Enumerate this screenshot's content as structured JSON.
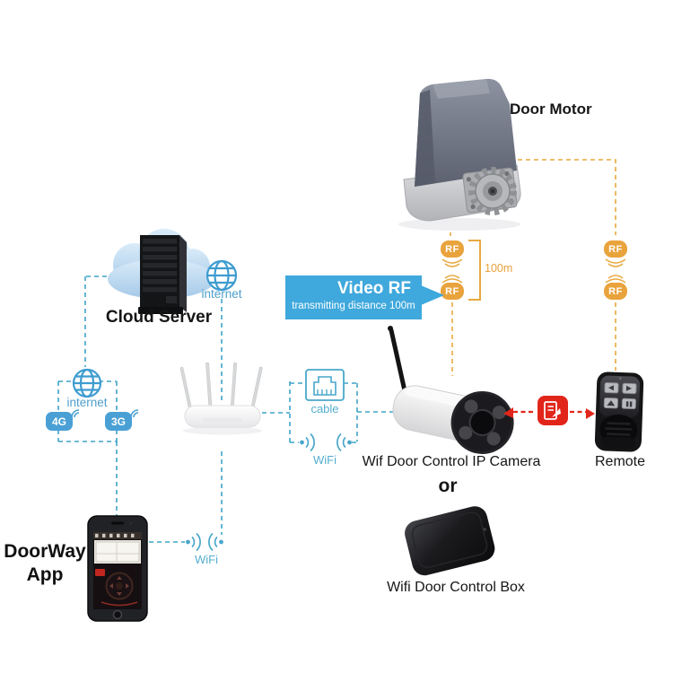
{
  "colors": {
    "teal_line": "#3FA3C9",
    "orange_line": "#E8A93F",
    "callout_blue": "#3FA8DC",
    "badge_blue": "#4AA0D5",
    "rf_orange": "#E9A33C",
    "alert_red": "#E2251B"
  },
  "door_motor": {
    "label": "Door Motor"
  },
  "cloud_server": {
    "label": "Cloud Server",
    "internet_label": "internet"
  },
  "mobile_network": {
    "internet_label": "internet",
    "badge_4g": "4G",
    "badge_3g": "3G"
  },
  "rf_link": {
    "badge_label": "RF",
    "distance": "100m"
  },
  "video_rf_callout": {
    "title": "Video RF",
    "subtitle": "transmitting distance 100m"
  },
  "lan": {
    "cable_label": "cable",
    "wifi_label": "WiFi"
  },
  "phone_wifi": {
    "wifi_label": "WiFi"
  },
  "camera": {
    "label": "Wif Door Control IP Camera"
  },
  "remote": {
    "label": "Remote"
  },
  "alternative": {
    "or_label": "or",
    "box_label": "Wifi Door Control Box"
  },
  "app": {
    "name_line1": "DoorWay",
    "name_line2": "App"
  }
}
